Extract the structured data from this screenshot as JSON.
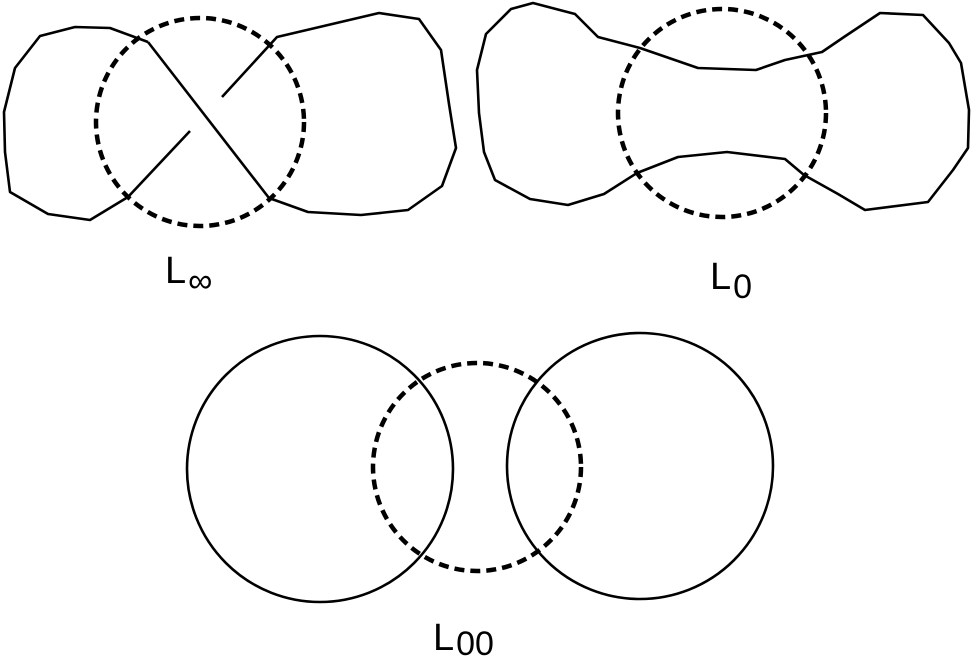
{
  "figure": {
    "panels": [
      {
        "id": "l-infinity",
        "label_main": "L",
        "label_sub": "∞"
      },
      {
        "id": "l-zero",
        "label_main": "L",
        "label_sub": "0"
      },
      {
        "id": "l-double-zero",
        "label_main": "L",
        "label_sub": "00"
      }
    ]
  }
}
